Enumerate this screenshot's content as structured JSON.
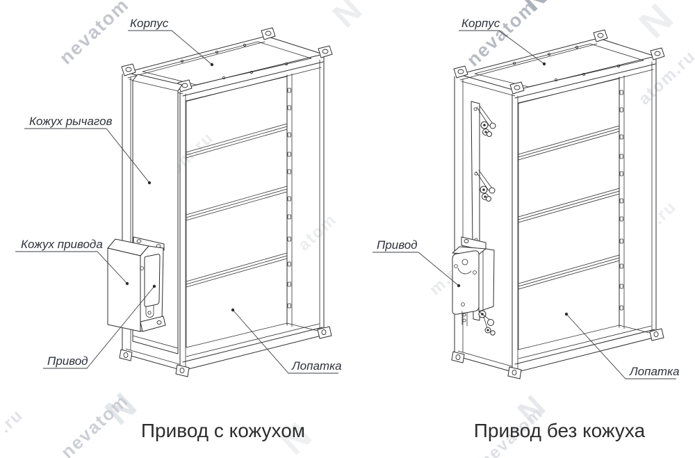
{
  "page": {
    "background": "#ffffff"
  },
  "colors": {
    "line": "#2e2e2e",
    "label_text": "#2c323c",
    "caption_text": "#2d2d2d",
    "watermark_dark": "#aab0b8",
    "watermark_medium": "#c3c7cd",
    "watermark_light": "#e3e5e8"
  },
  "left_diagram": {
    "caption": "Привод с кожухом",
    "labels": {
      "korpus": "Корпус",
      "kozhuh_rychagov": "Кожух рычагов",
      "kozhuh_privoda": "Кожух привода",
      "privod": "Привод",
      "lopatka": "Лопатка"
    }
  },
  "right_diagram": {
    "caption": "Привод без кожуха",
    "labels": {
      "korpus": "Корпус",
      "privod": "Привод",
      "lopatka": "Лопатка"
    }
  },
  "watermark": {
    "brand": "nevatom",
    "logo_letter": "N",
    "fragments": {
      "atom_ru": "atom.ru",
      "om_ru": "om.ru",
      "m_ru": "m.ru",
      "atom": "atom",
      "ru": ".ru"
    }
  }
}
